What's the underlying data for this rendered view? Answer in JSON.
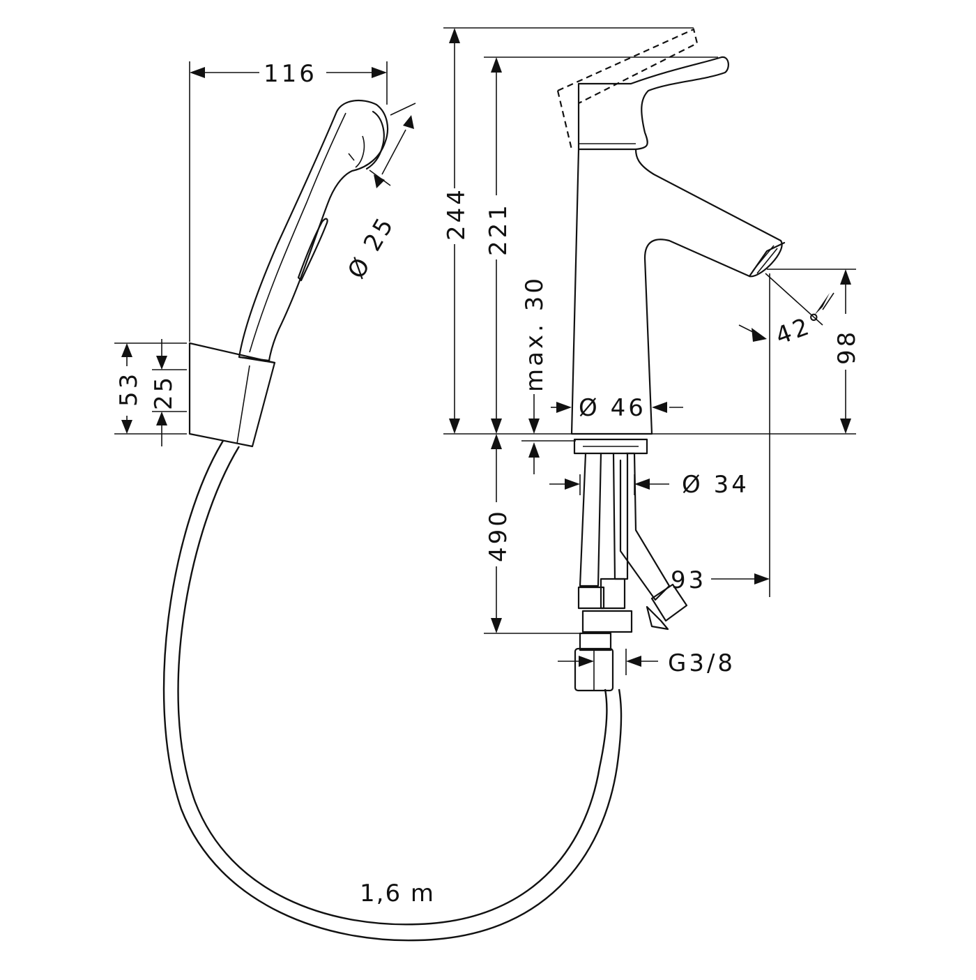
{
  "dimensions": {
    "handshower_width": "116",
    "handshower_diameter": "Ø 25",
    "holder_height": "53",
    "holder_inner": "25",
    "height_lever_raised": "244",
    "height_total": "221",
    "max_deck": "max. 30",
    "body_diameter": "Ø 46",
    "shank_diameter": "Ø 34",
    "spout_angle": "42°",
    "spout_height": "98",
    "supply_length": "490",
    "projection": "93",
    "thread": "G3/8",
    "hose_length": "1,6 m"
  }
}
